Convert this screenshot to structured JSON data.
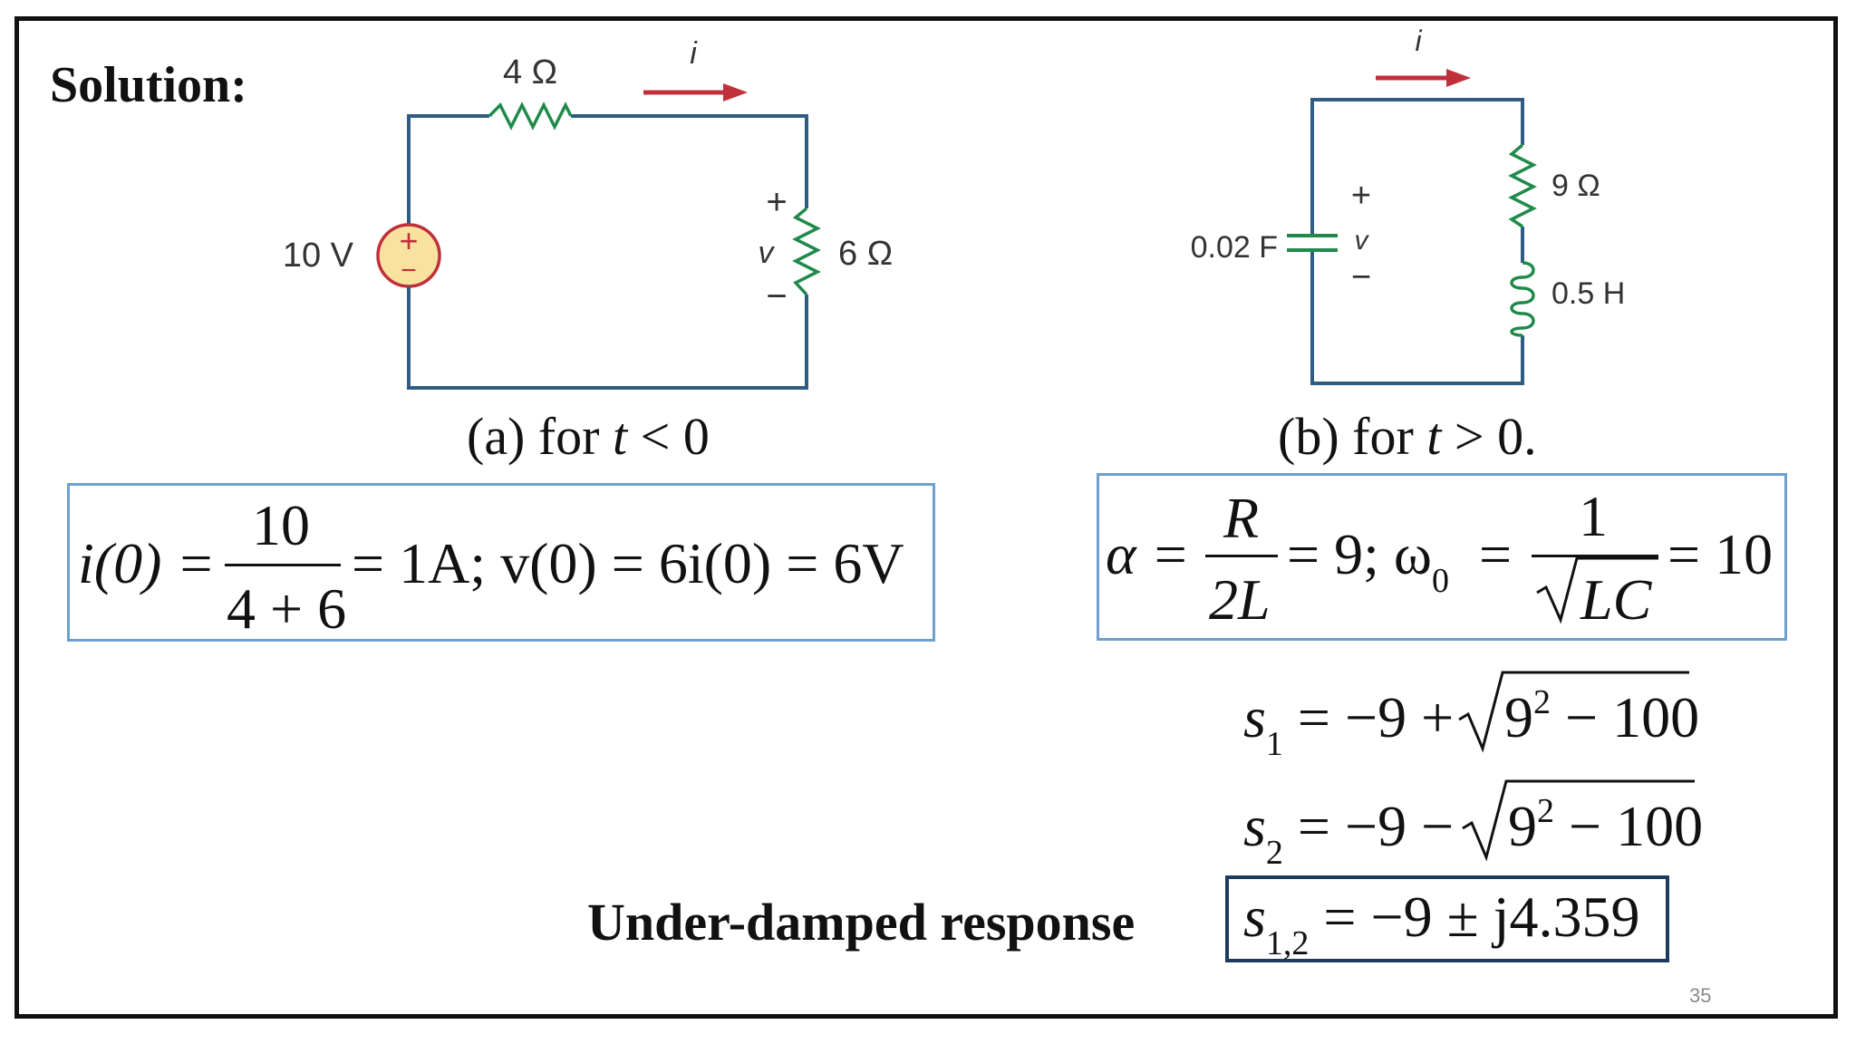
{
  "slide": {
    "heading": "Solution:",
    "page_number": "35",
    "accent_colors": {
      "wire": "#2e5c82",
      "resistor": "#1f8a4a",
      "arrow": "#c0303a",
      "source_fill": "#f7e2a0",
      "box_blue": "#6f9fcf",
      "box_navy": "#1d3b5c"
    }
  },
  "circuit_a": {
    "resistor_top_label": "4 Ω",
    "current_label": "i",
    "source_label": "10 V",
    "source_plus": "+",
    "source_minus": "−",
    "resistor_right_label": "6 Ω",
    "v_plus": "+",
    "v_label": "v",
    "v_minus": "−",
    "caption_prefix": "(a) for ",
    "caption_var": "t",
    "caption_suffix": " < 0"
  },
  "circuit_b": {
    "current_label": "i",
    "capacitor_label": "0.02 F",
    "v_plus": "+",
    "v_label": "v",
    "v_minus": "−",
    "resistor_label": "9 Ω",
    "inductor_label": "0.5 H",
    "caption_prefix": "(b) for ",
    "caption_var": "t",
    "caption_suffix": " > 0."
  },
  "eq_initial": {
    "lhs": "i(0) =",
    "numerator": "10",
    "denominator": "4 + 6",
    "rest": "= 1A;  v(0) = 6i(0) = 6V"
  },
  "eq_params": {
    "alpha": "α =",
    "numerator_r": "R",
    "denominator_2l": "2L",
    "mid": "= 9;  ω",
    "omega_sub": "0",
    "eq_sign": "=",
    "numerator_1": "1",
    "denominator_lc": "LC",
    "result": "= 10"
  },
  "roots": {
    "s1_var": "s",
    "s1_sub": "1",
    "s1_expr": "= −9 +",
    "s2_var": "s",
    "s2_sub": "2",
    "s2_expr": "= −9 −",
    "radicand_base": "9",
    "radicand_exp": "2",
    "radicand_rest": " − 100"
  },
  "result": {
    "label": "Under-damped response",
    "s_var": "s",
    "s_sub": "1,2",
    "expr": "= −9 ± j4.359"
  }
}
